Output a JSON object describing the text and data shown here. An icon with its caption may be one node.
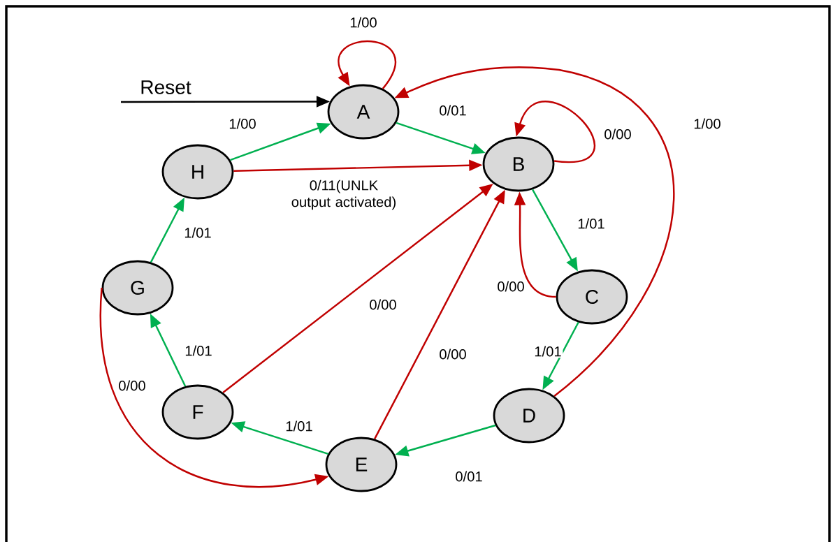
{
  "diagram": {
    "nodes": [
      {
        "text": [
          "A"
        ]
      },
      {
        "text": [
          "B"
        ]
      },
      {
        "text": [
          "C"
        ]
      },
      {
        "text": [
          "D"
        ]
      },
      {
        "text": [
          "E"
        ]
      },
      {
        "text": [
          "F"
        ]
      },
      {
        "text": [
          "G"
        ]
      },
      {
        "text": [
          "H"
        ]
      }
    ],
    "edges": [
      {
        "from": 0,
        "to": 0,
        "arrow": "to",
        "label": "1/00",
        "color": "#c00000"
      },
      {
        "from": null,
        "to": 0,
        "arrow": "to",
        "label": "Reset",
        "color": "#000000"
      },
      {
        "from": 7,
        "to": 0,
        "arrow": "to",
        "label": "1/00",
        "color": "#00b050"
      },
      {
        "from": 0,
        "to": 1,
        "arrow": "to",
        "label": "0/01",
        "color": "#00b050"
      },
      {
        "from": 3,
        "to": 0,
        "arrow": "to",
        "label": "1/00",
        "color": "#c00000"
      },
      {
        "from": 1,
        "to": 1,
        "arrow": "to",
        "label": "0/00",
        "color": "#c00000"
      },
      {
        "from": 7,
        "to": 1,
        "arrow": "to",
        "label": "0/11(UNLK output activated)",
        "color": "#c00000"
      },
      {
        "from": 1,
        "to": 2,
        "arrow": "to",
        "label": "1/01",
        "color": "#00b050"
      },
      {
        "from": 2,
        "to": 1,
        "arrow": "to",
        "label": "0/00",
        "color": "#c00000"
      },
      {
        "from": 5,
        "to": 1,
        "arrow": "to",
        "label": "0/00",
        "color": "#c00000"
      },
      {
        "from": 4,
        "to": 1,
        "arrow": "to",
        "label": "0/00",
        "color": "#c00000"
      },
      {
        "from": 2,
        "to": 3,
        "arrow": "to",
        "label": "1/01",
        "color": "#00b050"
      },
      {
        "from": 3,
        "to": 4,
        "arrow": "to",
        "label": "0/01",
        "color": "#00b050"
      },
      {
        "from": 4,
        "to": 5,
        "arrow": "to",
        "label": "1/01",
        "color": "#00b050"
      },
      {
        "from": 5,
        "to": 6,
        "arrow": "to",
        "label": "1/01",
        "color": "#00b050"
      },
      {
        "from": 6,
        "to": 7,
        "arrow": "to",
        "label": "1/01",
        "color": "#00b050"
      },
      {
        "from": 6,
        "to": 4,
        "arrow": "to",
        "label": "0/00",
        "color": "#c00000"
      }
    ]
  }
}
